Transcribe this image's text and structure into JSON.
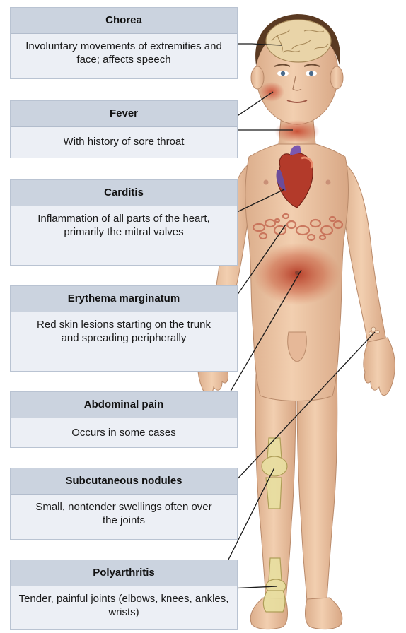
{
  "boxes": [
    {
      "title": "Chorea",
      "desc": "Involuntary movements of extremities and face; affects speech"
    },
    {
      "title": "Fever",
      "desc": "With history of sore throat"
    },
    {
      "title": "Carditis",
      "desc": "Inflammation of all parts of the heart, primarily the mitral valves"
    },
    {
      "title": "Erythema marginatum",
      "desc": "Red skin lesions starting on the trunk and spreading peripherally"
    },
    {
      "title": "Abdominal pain",
      "desc": "Occurs in some cases"
    },
    {
      "title": "Subcutaneous nodules",
      "desc": "Small, nontender swellings often over the joints"
    },
    {
      "title": "Polyarthritis",
      "desc": "Tender, painful joints (elbows, knees, ankles, wrists)"
    }
  ],
  "colors": {
    "skin": "#efc7a5",
    "skin_shadow": "#d9a886",
    "hair": "#5a3a22",
    "inflammation": "#c4502e",
    "heart": "#b33a2a",
    "bone": "#e8dfa0",
    "leader": "#1a1a1a",
    "box_fill": "#eceff5",
    "box_header": "#cbd3df"
  }
}
